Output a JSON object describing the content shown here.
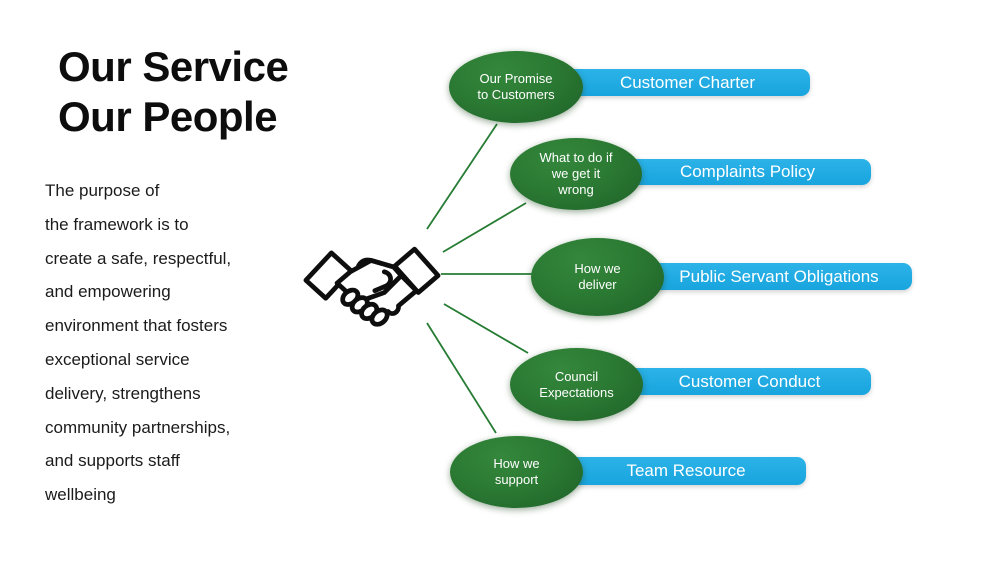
{
  "slide": {
    "title_line1": "Our Service",
    "title_line2": "Our People",
    "intro_lines": [
      "The purpose of",
      "the framework is to",
      "create a safe, respectful,",
      "and empowering",
      "environment that fosters",
      "exceptional service",
      "delivery, strengthens",
      "community partnerships,",
      "and supports staff",
      "wellbeing"
    ]
  },
  "nodes": [
    {
      "ellipse_label": "Our Promise to Customers",
      "bar_label": "Customer Charter"
    },
    {
      "ellipse_label": "What to do if we get it wrong",
      "bar_label": "Complaints Policy"
    },
    {
      "ellipse_label": "How we deliver",
      "bar_label": "Public Servant Obligations"
    },
    {
      "ellipse_label": "Council Expectations",
      "bar_label": "Customer Conduct"
    },
    {
      "ellipse_label": "How we support",
      "bar_label": "Team Resource"
    }
  ],
  "icons": {
    "center_icon": "handshake-icon"
  },
  "colors": {
    "ellipse_green": "#2b7a33",
    "ellipse_green_dark": "#1e6128",
    "bar_blue": "#1ea9e0",
    "connector_green": "#277c33",
    "text_on_shapes": "#ffffff",
    "title_text": "#0d0d0d"
  }
}
